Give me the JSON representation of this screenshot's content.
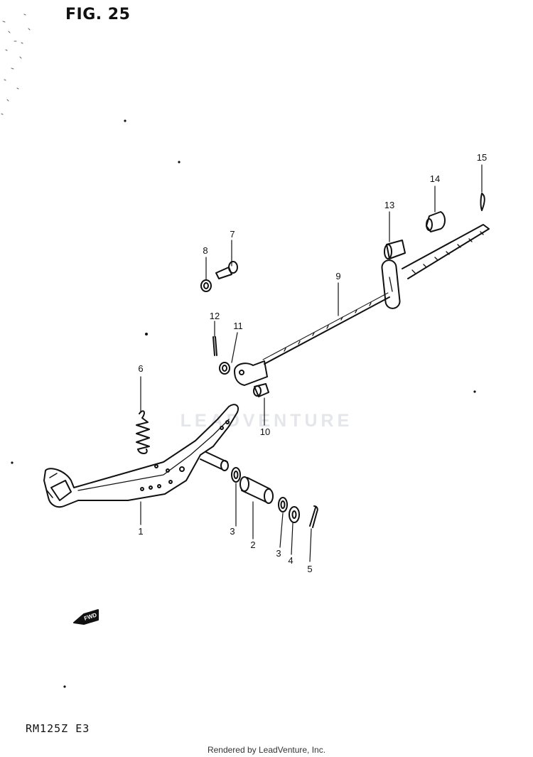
{
  "figure": {
    "title": "FIG. 25"
  },
  "watermark": {
    "brand": "LEADVENTURE"
  },
  "direction_tag": {
    "text": "FWD"
  },
  "callouts": [
    {
      "key": "1",
      "label": "1"
    },
    {
      "key": "2",
      "label": "2"
    },
    {
      "key": "3a",
      "label": "3"
    },
    {
      "key": "3b",
      "label": "3"
    },
    {
      "key": "4",
      "label": "4"
    },
    {
      "key": "5",
      "label": "5"
    },
    {
      "key": "6",
      "label": "6"
    },
    {
      "key": "7",
      "label": "7"
    },
    {
      "key": "8",
      "label": "8"
    },
    {
      "key": "9",
      "label": "9"
    },
    {
      "key": "10",
      "label": "10"
    },
    {
      "key": "11",
      "label": "11"
    },
    {
      "key": "12",
      "label": "12"
    },
    {
      "key": "13",
      "label": "13"
    },
    {
      "key": "14",
      "label": "14"
    },
    {
      "key": "15",
      "label": "15"
    }
  ],
  "footer": {
    "model_code": "RM125Z E3",
    "rendered_by": "Rendered by LeadVenture, Inc."
  }
}
